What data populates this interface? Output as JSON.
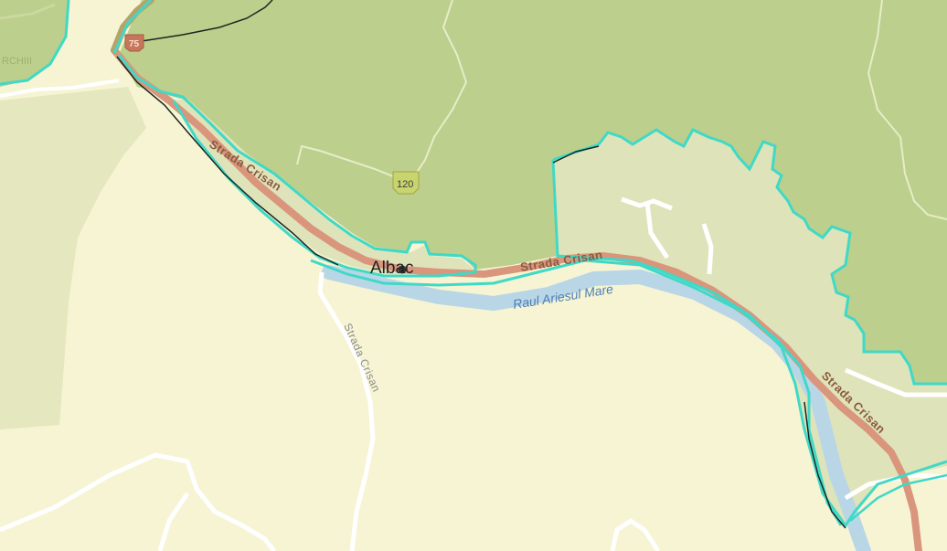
{
  "map": {
    "colors": {
      "background": "#f6f4d3",
      "forest": "#bdcf8c",
      "settlement": "#dfe3ba",
      "valley_lowland": "#e5e7be",
      "road_major": "#d9967c",
      "road_route": "#b7a26a",
      "road_minor": "#ffffff",
      "river": "#b9d6e6",
      "boundary_outline": "#3fd9c7",
      "boundary_dark": "#1c2620"
    },
    "labels": {
      "street_top_left": "Strada Crisan",
      "street_center": "Strada Crisan",
      "street_right": "Strada Crisan",
      "street_vertical": "Strada Crisan",
      "river": "Raul Ariesul Mare",
      "town": "Albac",
      "route_shield_120": "120",
      "route_shield_75": "75",
      "edge_fragment": "RCHIII"
    },
    "icons": {
      "town_marker": "dot-marker-icon",
      "route_shield_green": "route-shield-icon",
      "route_shield_red": "route-shield-icon"
    }
  }
}
